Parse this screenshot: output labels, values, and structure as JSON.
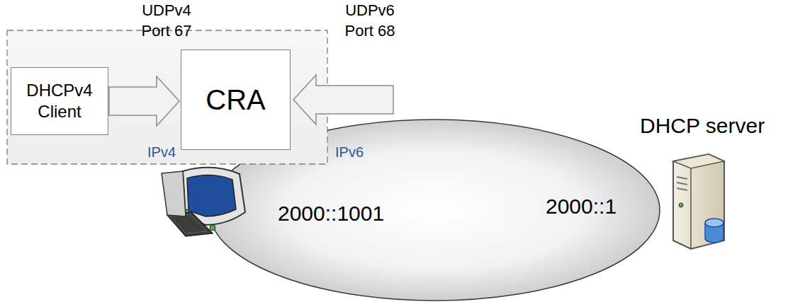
{
  "diagram": {
    "nodes": [
      {
        "text": [
          "DHCPv4 Client"
        ]
      },
      {
        "text": [
          "CRA"
        ]
      }
    ],
    "edges": [
      {
        "from": 0,
        "to": 1,
        "arrow": "to"
      }
    ],
    "labels": [
      "UDPv4 Port 67",
      "UDPv6 Port 68",
      "IPv4",
      "IPv6",
      "DHCP server",
      "2000::1001",
      "2000::1"
    ]
  }
}
